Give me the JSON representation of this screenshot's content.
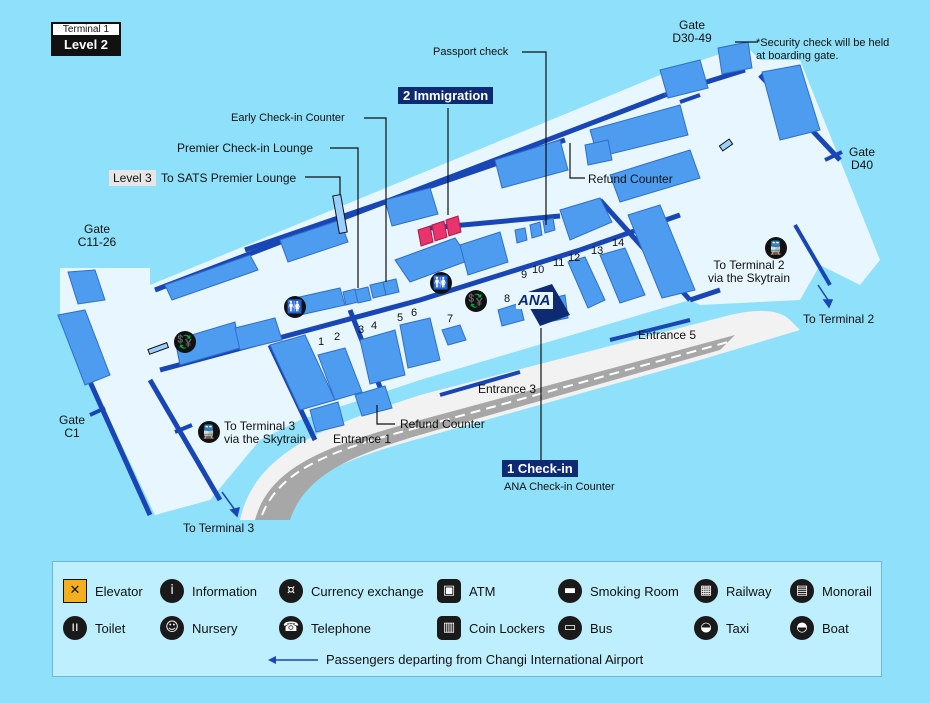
{
  "header": {
    "terminal": "Terminal 1",
    "level": "Level 2"
  },
  "note": "*Security check will be held at boarding gate.",
  "note_lines": [
    "*Security check will be held",
    "at boarding gate."
  ],
  "callouts": {
    "immigration": "2 Immigration",
    "checkin": "1 Check-in",
    "checkin_sub": "ANA Check-in Counter",
    "passport_check": "Passport check",
    "early_checkin": "Early Check-in Counter",
    "premier_lounge": "Premier Check-in Lounge",
    "level3_tag": "Level 3",
    "sats_lounge": "To SATS Premier Lounge",
    "refund_counter_top": "Refund Counter",
    "refund_counter_bottom": "Refund Counter"
  },
  "gates": {
    "d30_49": [
      "Gate",
      "D30-49"
    ],
    "d40": [
      "Gate",
      "D40"
    ],
    "c11_26": [
      "Gate",
      "C11-26"
    ],
    "c1": [
      "Gate",
      "C1"
    ]
  },
  "transfers": {
    "to_t2_skytrain": [
      "To Terminal 2",
      "via the Skytrain"
    ],
    "to_t2": "To Terminal 2",
    "to_t3_skytrain": [
      "To Terminal 3",
      "via the Skytrain"
    ],
    "to_t3": "To Terminal 3"
  },
  "entrances": {
    "entrance1": "Entrance 1",
    "entrance3": "Entrance 3",
    "entrance5": "Entrance 5"
  },
  "counters": [
    "1",
    "2",
    "3",
    "4",
    "5",
    "6",
    "7",
    "8",
    "9",
    "10",
    "11",
    "12",
    "13",
    "14"
  ],
  "ana_logo": "ANA",
  "legend": {
    "row1": [
      {
        "icon": "elevator-icon",
        "label": "Elevator"
      },
      {
        "icon": "information-icon",
        "label": "Information"
      },
      {
        "icon": "currency-exchange-icon",
        "label": "Currency exchange"
      },
      {
        "icon": "atm-icon",
        "label": "ATM"
      },
      {
        "icon": "smoking-room-icon",
        "label": "Smoking Room"
      },
      {
        "icon": "railway-icon",
        "label": "Railway"
      },
      {
        "icon": "monorail-icon",
        "label": "Monorail"
      }
    ],
    "row2": [
      {
        "icon": "toilet-icon",
        "label": "Toilet"
      },
      {
        "icon": "nursery-icon",
        "label": "Nursery"
      },
      {
        "icon": "telephone-icon",
        "label": "Telephone"
      },
      {
        "icon": "coin-lockers-icon",
        "label": "Coin Lockers"
      },
      {
        "icon": "bus-icon",
        "label": "Bus"
      },
      {
        "icon": "taxi-icon",
        "label": "Taxi"
      },
      {
        "icon": "boat-icon",
        "label": "Boat"
      }
    ],
    "arrow_label": "Passengers departing from Changi International Airport"
  },
  "colors": {
    "background": "#8fe0fb",
    "floor": "#e8f7ff",
    "building_block": "#4d9cf0",
    "wall": "#1946b5",
    "navy_label": "#0d2a73",
    "immigration_booths": "#e8336b",
    "road": "#a7a7a7"
  }
}
